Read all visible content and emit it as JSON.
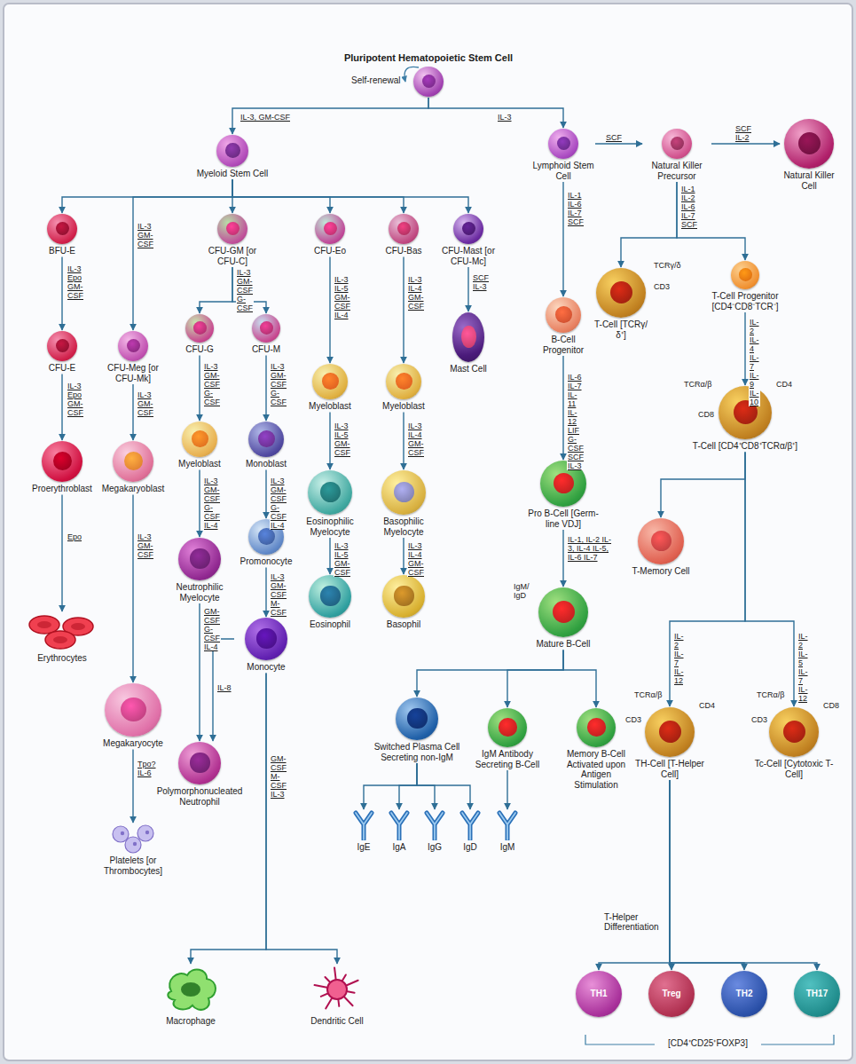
{
  "diagram": {
    "nodes": [
      {
        "text": [
          "Pluripotent Hematopoietic Stem Cell"
        ]
      },
      {
        "text": [
          "Myeloid Stem Cell"
        ]
      },
      {
        "text": [
          "Lymphoid Stem Cell"
        ]
      },
      {
        "text": [
          "Natural Killer Precursor"
        ]
      },
      {
        "text": [
          "Natural Killer Cell"
        ]
      },
      {
        "text": [
          "BFU-E"
        ]
      },
      {
        "text": [
          "CFU-GM [or CFU-C]"
        ]
      },
      {
        "text": [
          "CFU-Eo"
        ]
      },
      {
        "text": [
          "CFU-Bas"
        ]
      },
      {
        "text": [
          "CFU-Mast [or CFU-Mc]"
        ]
      },
      {
        "text": [
          "CFU-E"
        ]
      },
      {
        "text": [
          "CFU-Meg [or CFU-Mk]"
        ]
      },
      {
        "text": [
          "CFU-G"
        ]
      },
      {
        "text": [
          "CFU-M"
        ]
      },
      {
        "text": [
          "Myeloblast"
        ]
      },
      {
        "text": [
          "Myeloblast"
        ]
      },
      {
        "text": [
          "Mast Cell"
        ]
      },
      {
        "text": [
          "B-Cell Progenitor"
        ]
      },
      {
        "text": [
          "T-Cell [TCRγ/δ⁺]"
        ]
      },
      {
        "text": [
          "T-Cell Progenitor [CD4⁻CD8⁻TCR⁻]"
        ]
      },
      {
        "text": [
          "Proerythroblast"
        ]
      },
      {
        "text": [
          "Megakaryoblast"
        ]
      },
      {
        "text": [
          "Myeloblast"
        ]
      },
      {
        "text": [
          "Monoblast"
        ]
      },
      {
        "text": [
          "Eosinophilic Myelocyte"
        ]
      },
      {
        "text": [
          "Basophilic Myelocyte"
        ]
      },
      {
        "text": [
          "Pro B-Cell [Germ-line VDJ]"
        ]
      },
      {
        "text": [
          "T-Cell [CD4⁺CD8⁺TCRα/β⁺]"
        ]
      },
      {
        "text": [
          "Erythrocytes"
        ]
      },
      {
        "text": [
          "Neutrophilic Myelocyte"
        ]
      },
      {
        "text": [
          "Promonocyte"
        ]
      },
      {
        "text": [
          "Eosinophil"
        ]
      },
      {
        "text": [
          "Basophil"
        ]
      },
      {
        "text": [
          "Mature B-Cell"
        ]
      },
      {
        "text": [
          "T-Memory Cell"
        ]
      },
      {
        "text": [
          "Megakaryocyte"
        ]
      },
      {
        "text": [
          "Monocyte"
        ]
      },
      {
        "text": [
          "Polymorphonucleated Neutrophil"
        ]
      },
      {
        "text": [
          "Platelets [or Thrombocytes]"
        ]
      },
      {
        "text": [
          "Switched Plasma Cell Secreting non-IgM"
        ]
      },
      {
        "text": [
          "IgM Antibody Secreting B-Cell"
        ]
      },
      {
        "text": [
          "Memory B-Cell Activated upon Antigen Stimulation"
        ]
      },
      {
        "text": [
          "TH-Cell [T-Helper Cell]"
        ]
      },
      {
        "text": [
          "Tc-Cell [Cytotoxic T-Cell]"
        ]
      },
      {
        "text": [
          "IgE"
        ]
      },
      {
        "text": [
          "IgA"
        ]
      },
      {
        "text": [
          "IgG"
        ]
      },
      {
        "text": [
          "IgD"
        ]
      },
      {
        "text": [
          "IgM"
        ]
      },
      {
        "text": [
          "Macrophage"
        ]
      },
      {
        "text": [
          "Dendritic Cell"
        ]
      },
      {
        "text": [
          "TH1"
        ]
      },
      {
        "text": [
          "Treg"
        ]
      },
      {
        "text": [
          "TH2"
        ]
      },
      {
        "text": [
          "TH17"
        ]
      }
    ],
    "edges": [
      {
        "from": 0,
        "to": 1,
        "arrow": "to",
        "label": "IL-3, GM-CSF"
      },
      {
        "from": 0,
        "to": 2,
        "arrow": "to",
        "label": "IL-3"
      },
      {
        "from": 2,
        "to": 3,
        "arrow": "to",
        "label": "SCF"
      },
      {
        "from": 3,
        "to": 4,
        "arrow": "to",
        "label": "SCF IL-2"
      },
      {
        "from": 1,
        "to": 5,
        "arrow": "to"
      },
      {
        "from": 1,
        "to": 11,
        "arrow": "to",
        "label": "IL-3 GM-CSF"
      },
      {
        "from": 1,
        "to": 6,
        "arrow": "to"
      },
      {
        "from": 1,
        "to": 7,
        "arrow": "to"
      },
      {
        "from": 1,
        "to": 8,
        "arrow": "to"
      },
      {
        "from": 1,
        "to": 9,
        "arrow": "to"
      },
      {
        "from": 2,
        "to": 17,
        "arrow": "to",
        "label": "IL-1 IL-6 IL-7 SCF"
      },
      {
        "from": 3,
        "to": 18,
        "arrow": "to",
        "label": "IL-1 IL-2 IL-6 IL-7 SCF"
      },
      {
        "from": 3,
        "to": 19,
        "arrow": "to"
      },
      {
        "from": 5,
        "to": 10,
        "arrow": "to",
        "label": "IL-3 Epo GM-CSF"
      },
      {
        "from": 6,
        "to": 12,
        "arrow": "to",
        "label": "IL-3 GM-CSF G-CSF"
      },
      {
        "from": 6,
        "to": 13,
        "arrow": "to"
      },
      {
        "from": 7,
        "to": 14,
        "arrow": "to",
        "label": "IL-3 IL-5 GM-CSF IL-4"
      },
      {
        "from": 8,
        "to": 15,
        "arrow": "to",
        "label": "IL-3 IL-4 GM-CSF"
      },
      {
        "from": 9,
        "to": 16,
        "arrow": "to",
        "label": "SCF IL-3"
      },
      {
        "from": 10,
        "to": 20,
        "arrow": "to",
        "label": "IL-3 Epo GM-CSF"
      },
      {
        "from": 11,
        "to": 21,
        "arrow": "to",
        "label": "IL-3 GM-CSF"
      },
      {
        "from": 12,
        "to": 22,
        "arrow": "to",
        "label": "IL-3 GM-CSF G-CSF"
      },
      {
        "from": 13,
        "to": 23,
        "arrow": "to",
        "label": "IL-3 GM-CSF G-CSF"
      },
      {
        "from": 14,
        "to": 24,
        "arrow": "to",
        "label": "IL-3 IL-5 GM-CSF"
      },
      {
        "from": 15,
        "to": 25,
        "arrow": "to",
        "label": "IL-3 IL-4 GM-CSF"
      },
      {
        "from": 17,
        "to": 26,
        "arrow": "to",
        "label": "IL-6 IL-7 IL-11 IL-12 LIF G-CSF SCF IL-3"
      },
      {
        "from": 19,
        "to": 27,
        "arrow": "to",
        "label": "IL-2 IL-4 IL-7 IL-9 IL-10"
      },
      {
        "from": 20,
        "to": 28,
        "arrow": "to",
        "label": "Epo"
      },
      {
        "from": 21,
        "to": 35,
        "arrow": "to",
        "label": "IL-3 GM-CSF"
      },
      {
        "from": 22,
        "to": 29,
        "arrow": "to",
        "label": "IL-3 GM-CSF G-CSF IL-4"
      },
      {
        "from": 23,
        "to": 30,
        "arrow": "to",
        "label": "IL-3 GM-CSF G-CSF IL-4"
      },
      {
        "from": 24,
        "to": 31,
        "arrow": "to",
        "label": "IL-3 IL-5 GM-CSF"
      },
      {
        "from": 25,
        "to": 32,
        "arrow": "to",
        "label": "IL-3 IL-4 GM-CSF"
      },
      {
        "from": 26,
        "to": 33,
        "arrow": "to",
        "label": "IL-1, IL-2 IL-3, IL-4 IL-5, IL-6 IL-7"
      },
      {
        "from": 27,
        "to": 34,
        "arrow": "to"
      },
      {
        "from": 27,
        "to": 42,
        "arrow": "to",
        "label": "IL-2 IL-7 IL-12"
      },
      {
        "from": 27,
        "to": 43,
        "arrow": "to",
        "label": "IL-2 IL-5 IL-7 IL-12"
      },
      {
        "from": 29,
        "to": 37,
        "arrow": "to",
        "label": "GM-CSF G-CSF IL-4"
      },
      {
        "from": 30,
        "to": 36,
        "arrow": "to",
        "label": "IL-3 GM-CSF M-CSF"
      },
      {
        "from": 36,
        "to": 37,
        "arrow": "to",
        "label": "IL-8"
      },
      {
        "from": 35,
        "to": 38,
        "arrow": "to",
        "label": "Tpo? IL-6"
      },
      {
        "from": 33,
        "to": 39,
        "arrow": "to"
      },
      {
        "from": 33,
        "to": 40,
        "arrow": "to"
      },
      {
        "from": 33,
        "to": 41,
        "arrow": "to"
      },
      {
        "from": 39,
        "to": 44,
        "arrow": "to"
      },
      {
        "from": 39,
        "to": 45,
        "arrow": "to"
      },
      {
        "from": 39,
        "to": 46,
        "arrow": "to"
      },
      {
        "from": 39,
        "to": 47,
        "arrow": "to"
      },
      {
        "from": 40,
        "to": 48,
        "arrow": "to"
      },
      {
        "from": 36,
        "to": 49,
        "arrow": "to",
        "label": "GM-CSF M-CSF IL-3"
      },
      {
        "from": 36,
        "to": 50,
        "arrow": "to"
      },
      {
        "from": 42,
        "to": 51,
        "arrow": "to"
      },
      {
        "from": 42,
        "to": 52,
        "arrow": "to"
      },
      {
        "from": 42,
        "to": 53,
        "arrow": "to"
      },
      {
        "from": 42,
        "to": 54,
        "arrow": "to"
      }
    ],
    "labels": [
      "Self-renewal",
      "TCRγ/δ",
      "CD3",
      "TCRα/β",
      "CD4",
      "CD8",
      "IgM/ IgD",
      "TCRα/β",
      "CD4",
      "CD3",
      "TCRα/β",
      "CD8",
      "CD3",
      "T-Helper Differentiation",
      "[CD4⁺CD25⁺FOXP3]"
    ]
  }
}
